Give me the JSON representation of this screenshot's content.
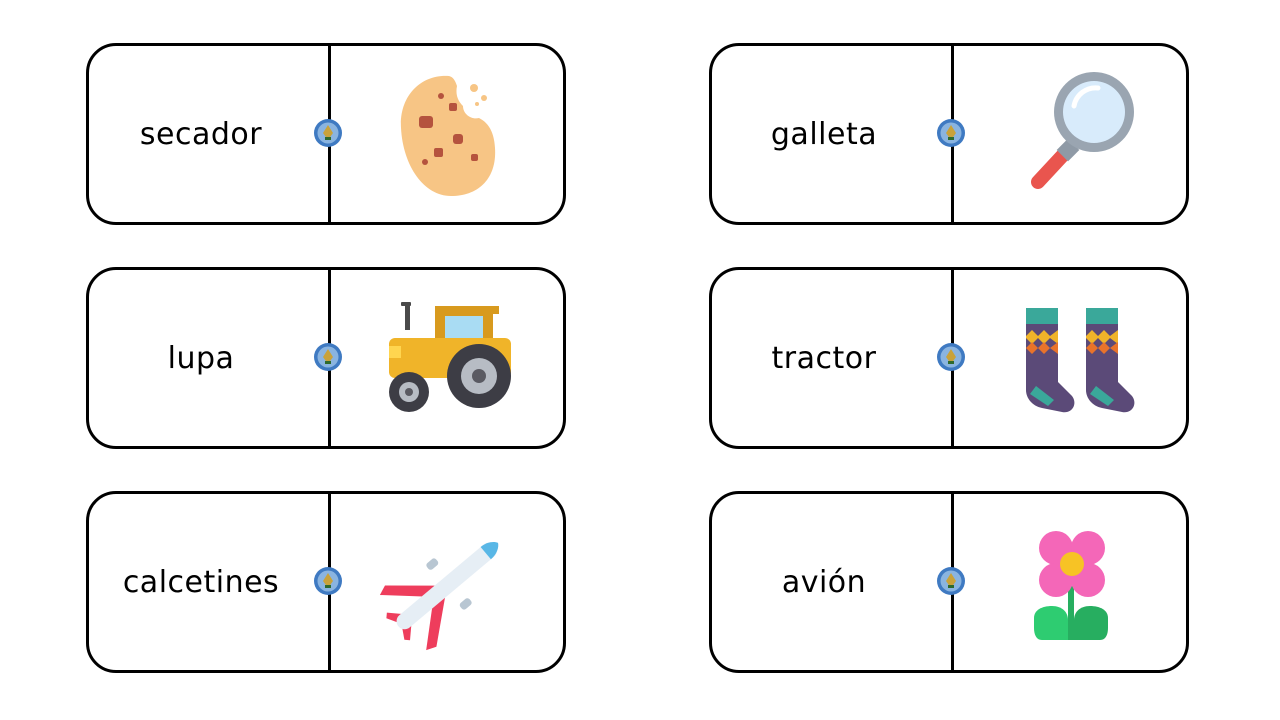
{
  "cards": [
    {
      "word": "secador",
      "picture": "cookie-icon"
    },
    {
      "word": "galleta",
      "picture": "magnifying-glass-icon"
    },
    {
      "word": "lupa",
      "picture": "tractor-icon"
    },
    {
      "word": "tractor",
      "picture": "socks-icon"
    },
    {
      "word": "calcetines",
      "picture": "airplane-icon"
    },
    {
      "word": "avión",
      "picture": "flower-icon"
    }
  ],
  "colors": {
    "border": "#000000",
    "seal_ring": "#3f7ac2",
    "seal_fill": "#8ab4e0"
  }
}
